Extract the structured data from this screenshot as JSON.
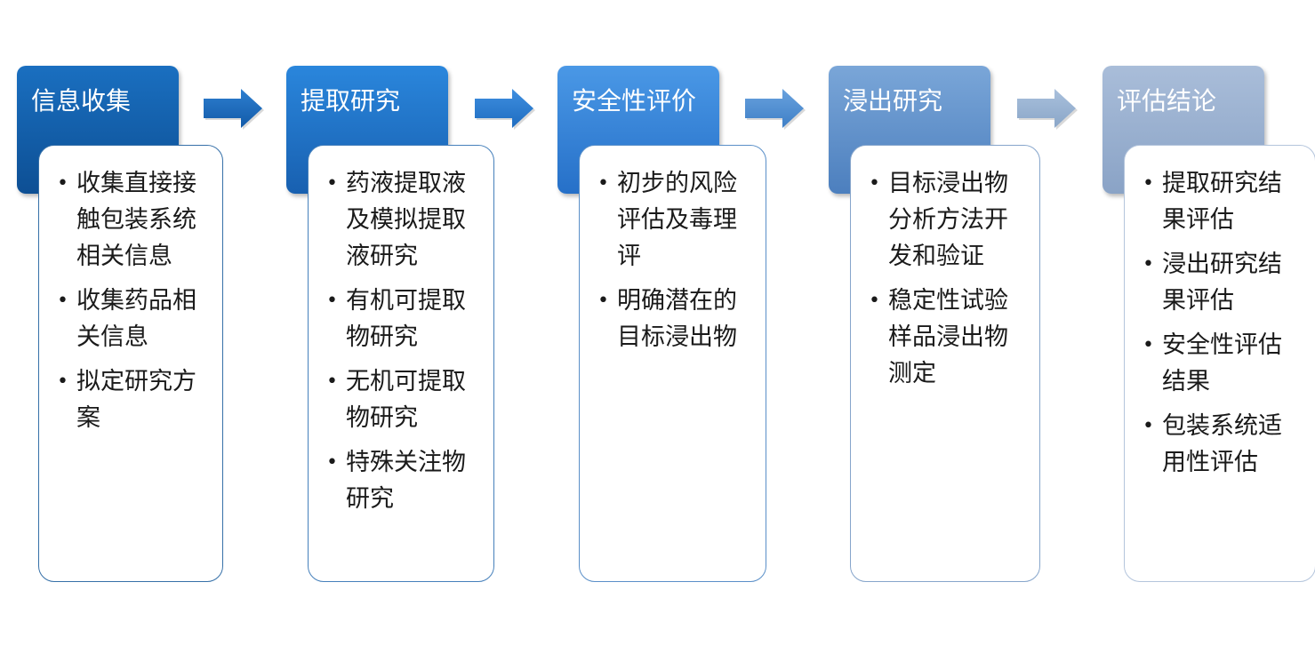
{
  "stages": [
    {
      "title": "信息收集",
      "items": [
        "收集直接接触包装系统相关信息",
        "收集药品相关信息",
        "拟定研究方案"
      ],
      "header_colors": [
        "#1a6fc0",
        "#0d4f94"
      ],
      "border_color": "#3670a8"
    },
    {
      "title": "提取研究",
      "items": [
        "药液提取液及模拟提取液研究",
        "有机可提取物研究",
        "无机可提取物研究",
        "特殊关注物研究"
      ],
      "header_colors": [
        "#2a86dc",
        "#1860b0"
      ],
      "border_color": "#4680bb"
    },
    {
      "title": "安全性评价",
      "items": [
        "初步的风险评估及毒理评",
        "明确潜在的目标浸出物"
      ],
      "header_colors": [
        "#4a98e6",
        "#2670c8"
      ],
      "border_color": "#5a8fc8"
    },
    {
      "title": "浸出研究",
      "items": [
        "目标浸出物分析方法开发和验证",
        "稳定性试验样品浸出物测定"
      ],
      "header_colors": [
        "#7aa6d8",
        "#4c7fbe"
      ],
      "border_color": "#86a5cb"
    },
    {
      "title": "评估结论",
      "items": [
        "提取研究结果评估",
        "浸出研究结果评估",
        "安全性评估结果",
        "包装系统适用性评估"
      ],
      "header_colors": [
        "#a9bdd9",
        "#8aa3c6"
      ],
      "border_color": "#b4c5dc"
    }
  ],
  "arrows": [
    {
      "colors": [
        "#2e7fd0",
        "#125aa8"
      ]
    },
    {
      "colors": [
        "#3f8fe0",
        "#1e6cc0"
      ]
    },
    {
      "colors": [
        "#6aa2de",
        "#3e7fc6"
      ]
    },
    {
      "colors": [
        "#a9c0dc",
        "#8aa6c8"
      ]
    }
  ],
  "bullet_char": "•"
}
